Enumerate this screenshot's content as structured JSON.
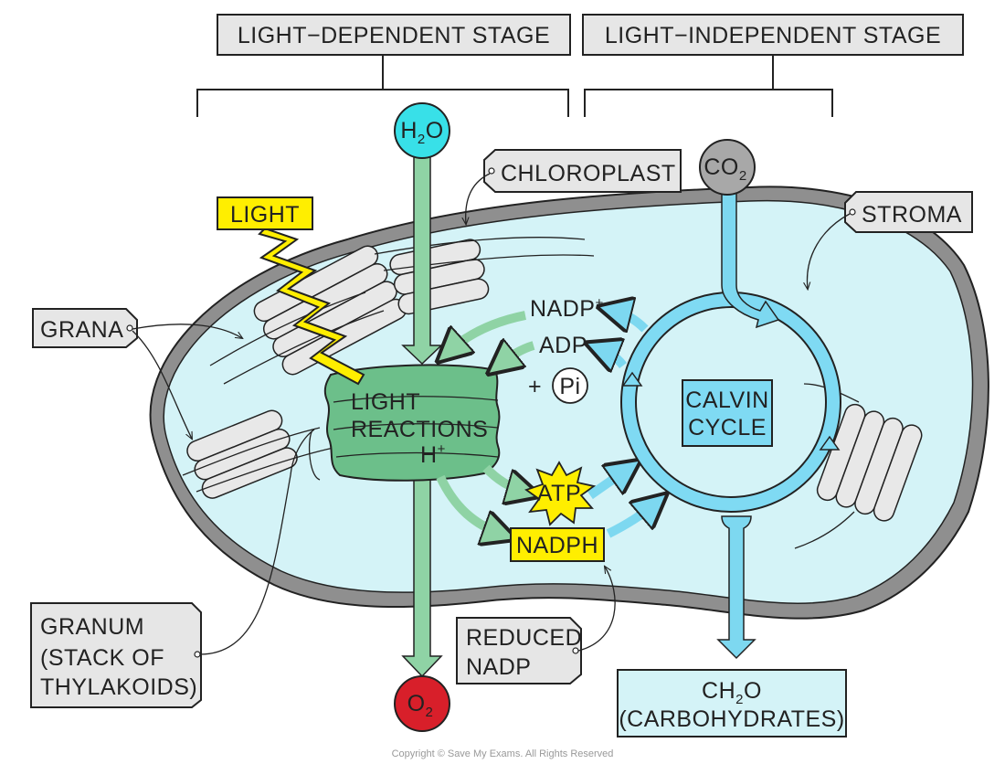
{
  "stages": {
    "light_dependent": "LIGHT−DEPENDENT  STAGE",
    "light_independent": "LIGHT−INDEPENDENT  STAGE"
  },
  "labels": {
    "chloroplast": "CHLOROPLAST",
    "stroma": "STROMA",
    "light": "LIGHT",
    "grana": "GRANA",
    "granum_line1": "GRANUM",
    "granum_line2": "(STACK  OF",
    "granum_line3": "THYLAKOIDS)",
    "reduced_nadp_line1": "REDUCED",
    "reduced_nadp_line2": "NADP",
    "light_reactions_line1": "LIGHT",
    "light_reactions_line2": "REACTIONS",
    "calvin_line1": "CALVIN",
    "calvin_line2": "CYCLE",
    "carbohydrates_line2": "(CARBOHYDRATES)"
  },
  "molecules": {
    "water": {
      "base": "H",
      "sub": "2",
      "tail": "O"
    },
    "oxygen": {
      "base": "O",
      "sub": "2"
    },
    "carbon_dioxide": {
      "base": "CO",
      "sub": "2"
    },
    "h_plus": {
      "base": "H",
      "sup": "+"
    },
    "nadp_plus": {
      "base": "NADP",
      "sup": "+"
    },
    "adp": "ADP",
    "pi": "Pi",
    "plus": "+",
    "atp": "ATP",
    "nadph": "NADPH",
    "ch2o": {
      "pre": "CH",
      "sub": "2",
      "tail": "O"
    }
  },
  "copyright": "Copyright © Save My Exams. All Rights Reserved",
  "colors": {
    "chloroplast_fill": "#d4f3f7",
    "membrane": "#8f8f8f",
    "light_reaction_green": "#6cbf8a",
    "green_arrow": "#8fd3a5",
    "cyan_arrow": "#7dd8f0",
    "calvin_ring": "#7fdaf3",
    "highlight_yellow": "#ffee00",
    "water_cyan": "#38e0e8",
    "co2_gray": "#a8a8a8",
    "oxygen_red": "#d81f2a",
    "label_gray": "#e6e6e6"
  }
}
